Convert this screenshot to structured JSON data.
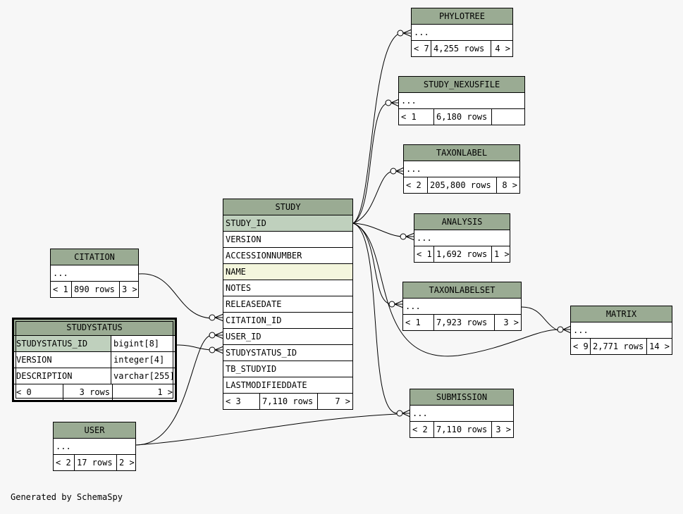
{
  "footer": "Generated by SchemaSpy",
  "colors": {
    "header": "#9aab93",
    "primary_key": "#bfd0bd",
    "indexed": "#f4f6dd",
    "background": "#f7f7f7"
  },
  "tables": {
    "phylotree": {
      "name": "PHYLOTREE",
      "row": "...",
      "parents": "< 7",
      "rows": "4,255 rows",
      "children": "4 >"
    },
    "nexusfile": {
      "name": "STUDY_NEXUSFILE",
      "row": "...",
      "parents": "< 1",
      "rows": "6,180 rows",
      "children": ""
    },
    "taxonlabel": {
      "name": "TAXONLABEL",
      "row": "...",
      "parents": "< 2",
      "rows": "205,800 rows",
      "children": "8 >"
    },
    "analysis": {
      "name": "ANALYSIS",
      "row": "...",
      "parents": "< 1",
      "rows": "1,692 rows",
      "children": "1 >"
    },
    "taxonlabelset": {
      "name": "TAXONLABELSET",
      "row": "...",
      "parents": "< 1",
      "rows": "7,923 rows",
      "children": "3 >"
    },
    "matrix": {
      "name": "MATRIX",
      "row": "...",
      "parents": "< 9",
      "rows": "2,771 rows",
      "children": "14 >"
    },
    "submission": {
      "name": "SUBMISSION",
      "row": "...",
      "parents": "< 2",
      "rows": "7,110 rows",
      "children": "3 >"
    },
    "citation": {
      "name": "CITATION",
      "row": "...",
      "parents": "< 1",
      "rows": "890 rows",
      "children": "3 >"
    },
    "user": {
      "name": "USER",
      "row": "...",
      "parents": "< 2",
      "rows": "17 rows",
      "children": "2 >"
    },
    "study": {
      "name": "STUDY",
      "columns": [
        "STUDY_ID",
        "VERSION",
        "ACCESSIONNUMBER",
        "NAME",
        "NOTES",
        "RELEASEDATE",
        "CITATION_ID",
        "USER_ID",
        "STUDYSTATUS_ID",
        "TB_STUDYID",
        "LASTMODIFIEDDATE"
      ],
      "parents": "< 3",
      "rows": "7,110 rows",
      "children": "7 >"
    },
    "studystatus": {
      "name": "STUDYSTATUS",
      "columns": [
        {
          "name": "STUDYSTATUS_ID",
          "type": "bigint[8]"
        },
        {
          "name": "VERSION",
          "type": "integer[4]"
        },
        {
          "name": "DESCRIPTION",
          "type": "varchar[255]"
        }
      ],
      "parents": "< 0",
      "rows": "3 rows",
      "children": "1 >"
    }
  }
}
